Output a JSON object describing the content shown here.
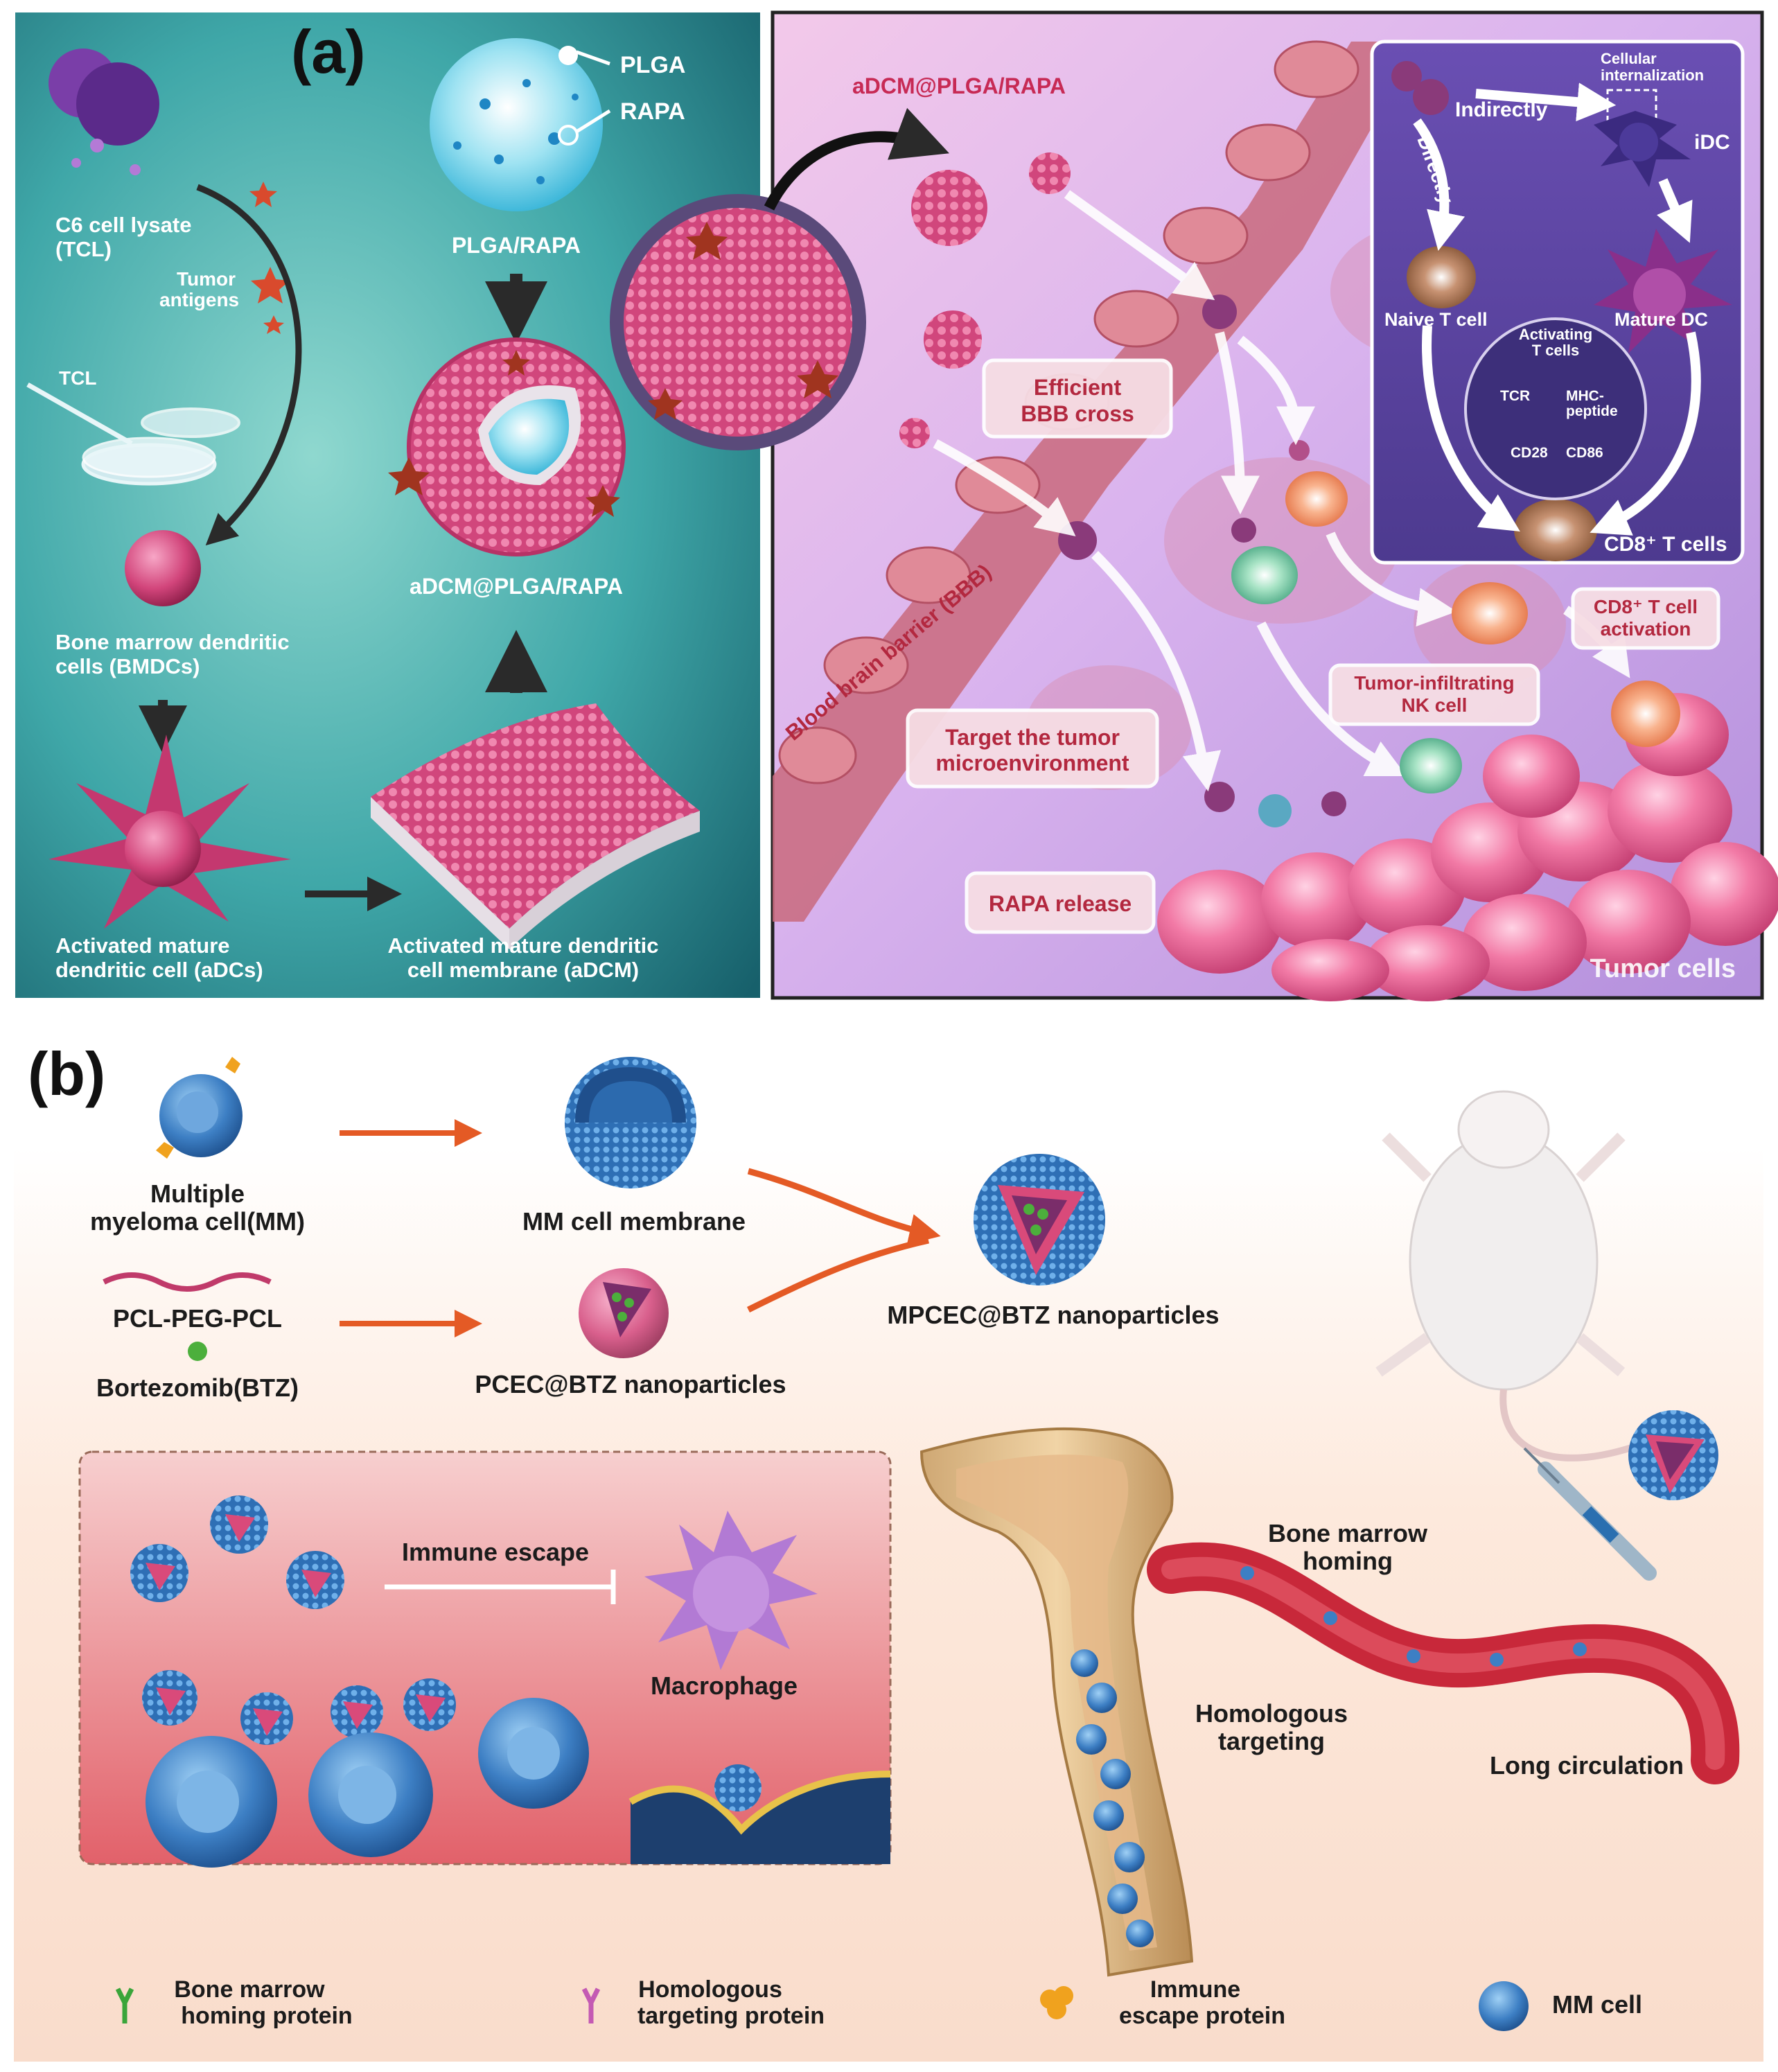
{
  "panel_a": {
    "letter": "(a)",
    "left": {
      "c6_lysate": [
        "C6 cell lysate",
        "(TCL)"
      ],
      "tumor_antigens": [
        "Tumor",
        "antigens"
      ],
      "tcl": "TCL",
      "plga": "PLGA",
      "rapa": "RAPA",
      "plga_rapa": "PLGA/RAPA",
      "adcm_plga_rapa": "aDCM@PLGA/RAPA",
      "bmdcs": [
        "Bone marrow dendritic",
        "cells (BMDCs)"
      ],
      "adcs": [
        "Activated mature",
        "dendritic cell (aDCs)"
      ],
      "adcm": [
        "Activated mature dendritic",
        "cell membrane (aDCM)"
      ]
    },
    "right": {
      "np_label": "aDCM@PLGA/RAPA",
      "bbb": "Blood brain barrier (BBB)",
      "efficient_bbb": [
        "Efficient",
        "BBB cross"
      ],
      "target_tme": [
        "Target the tumor",
        "microenvironment"
      ],
      "rapa_release": "RAPA release",
      "nk_cell": [
        "Tumor-infiltrating",
        "NK cell"
      ],
      "cd8_activation": [
        "CD8⁺ T cell",
        "activation"
      ],
      "tumor_cells": "Tumor cells",
      "inset": {
        "cellular_internalization": [
          "Cellular",
          "internalization"
        ],
        "indirectly": "Indirectly",
        "directly": "Directly",
        "idc": "iDC",
        "naive_t": "Naive T cell",
        "mature_dc": "Mature DC",
        "activating_t": [
          "Activating",
          "T cells"
        ],
        "tcr": "TCR",
        "mhc_peptide": [
          "MHC-",
          "peptide"
        ],
        "cd28": "CD28",
        "cd86": "CD86",
        "cd8_t_cells": "CD8⁺ T cells"
      }
    }
  },
  "panel_b": {
    "letter": "(b)",
    "mm_cell": [
      "Multiple",
      "myeloma cell(MM)"
    ],
    "mm_membrane": "MM cell membrane",
    "pcl_peg_pcl": "PCL-PEG-PCL",
    "bortezomib": "Bortezomib(BTZ)",
    "pcec_btz": "PCEC@BTZ nanoparticles",
    "mpcec_btz": "MPCEC@BTZ nanoparticles",
    "immune_escape": "Immune escape",
    "macrophage": "Macrophage",
    "bone_marrow_homing": [
      "Bone marrow",
      "homing"
    ],
    "homologous_targeting": [
      "Homologous",
      "targeting"
    ],
    "long_circulation": "Long circulation",
    "legend": {
      "homing_protein": [
        "Bone marrow",
        "homing protein"
      ],
      "targeting_protein": [
        "Homologous",
        "targeting protein"
      ],
      "escape_protein": [
        "Immune",
        "escape protein"
      ],
      "mm_cell": "MM cell"
    }
  },
  "colors": {
    "teal_dark": "#1c6f78",
    "teal_light": "#6cc3c0",
    "pink_membrane": "#c83a6e",
    "purple_bg": "#c7a2e0",
    "tumor_pink": "#e85a8c",
    "mm_blue": "#3d7fc4",
    "arrow_orange": "#e45a25",
    "vessel_red": "#c8283a",
    "box_text": "#b3283f"
  }
}
